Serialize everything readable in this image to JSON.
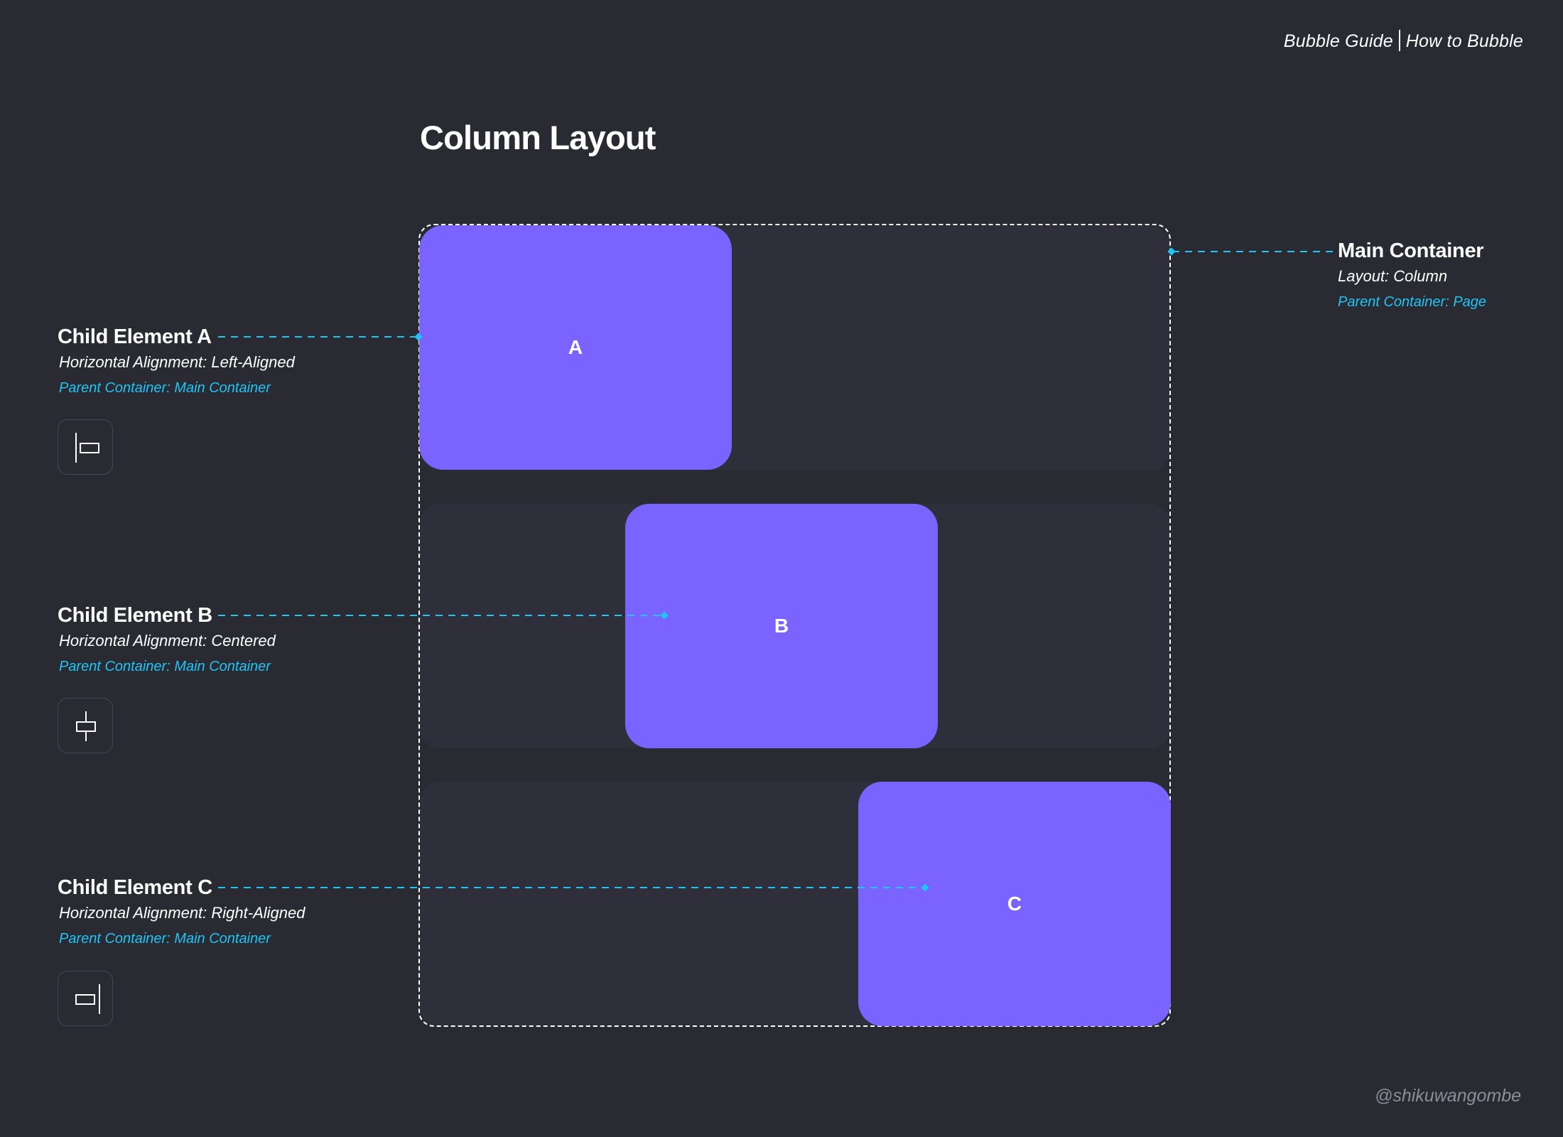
{
  "header": {
    "left": "Bubble Guide",
    "right": "How to Bubble"
  },
  "title": "Column Layout",
  "main_container": {
    "title": "Main Container",
    "layout": "Layout: Column",
    "parent": "Parent Container: Page"
  },
  "children": [
    {
      "title": "Child Element A",
      "alignment": "Horizontal Alignment: Left-Aligned",
      "parent": "Parent Container: Main Container",
      "label": "A",
      "icon": "align-left-icon"
    },
    {
      "title": "Child Element B",
      "alignment": "Horizontal Alignment: Centered",
      "parent": "Parent Container: Main Container",
      "label": "B",
      "icon": "align-center-icon"
    },
    {
      "title": "Child Element C",
      "alignment": "Horizontal Alignment: Right-Aligned",
      "parent": "Parent Container: Main Container",
      "label": "C",
      "icon": "align-right-icon"
    }
  ],
  "colors": {
    "background": "#2a2a33",
    "row": "#2f2e3b",
    "block": "#7b63ff",
    "accent": "#1ec5f5"
  },
  "watermark": "@shikuwangombe"
}
